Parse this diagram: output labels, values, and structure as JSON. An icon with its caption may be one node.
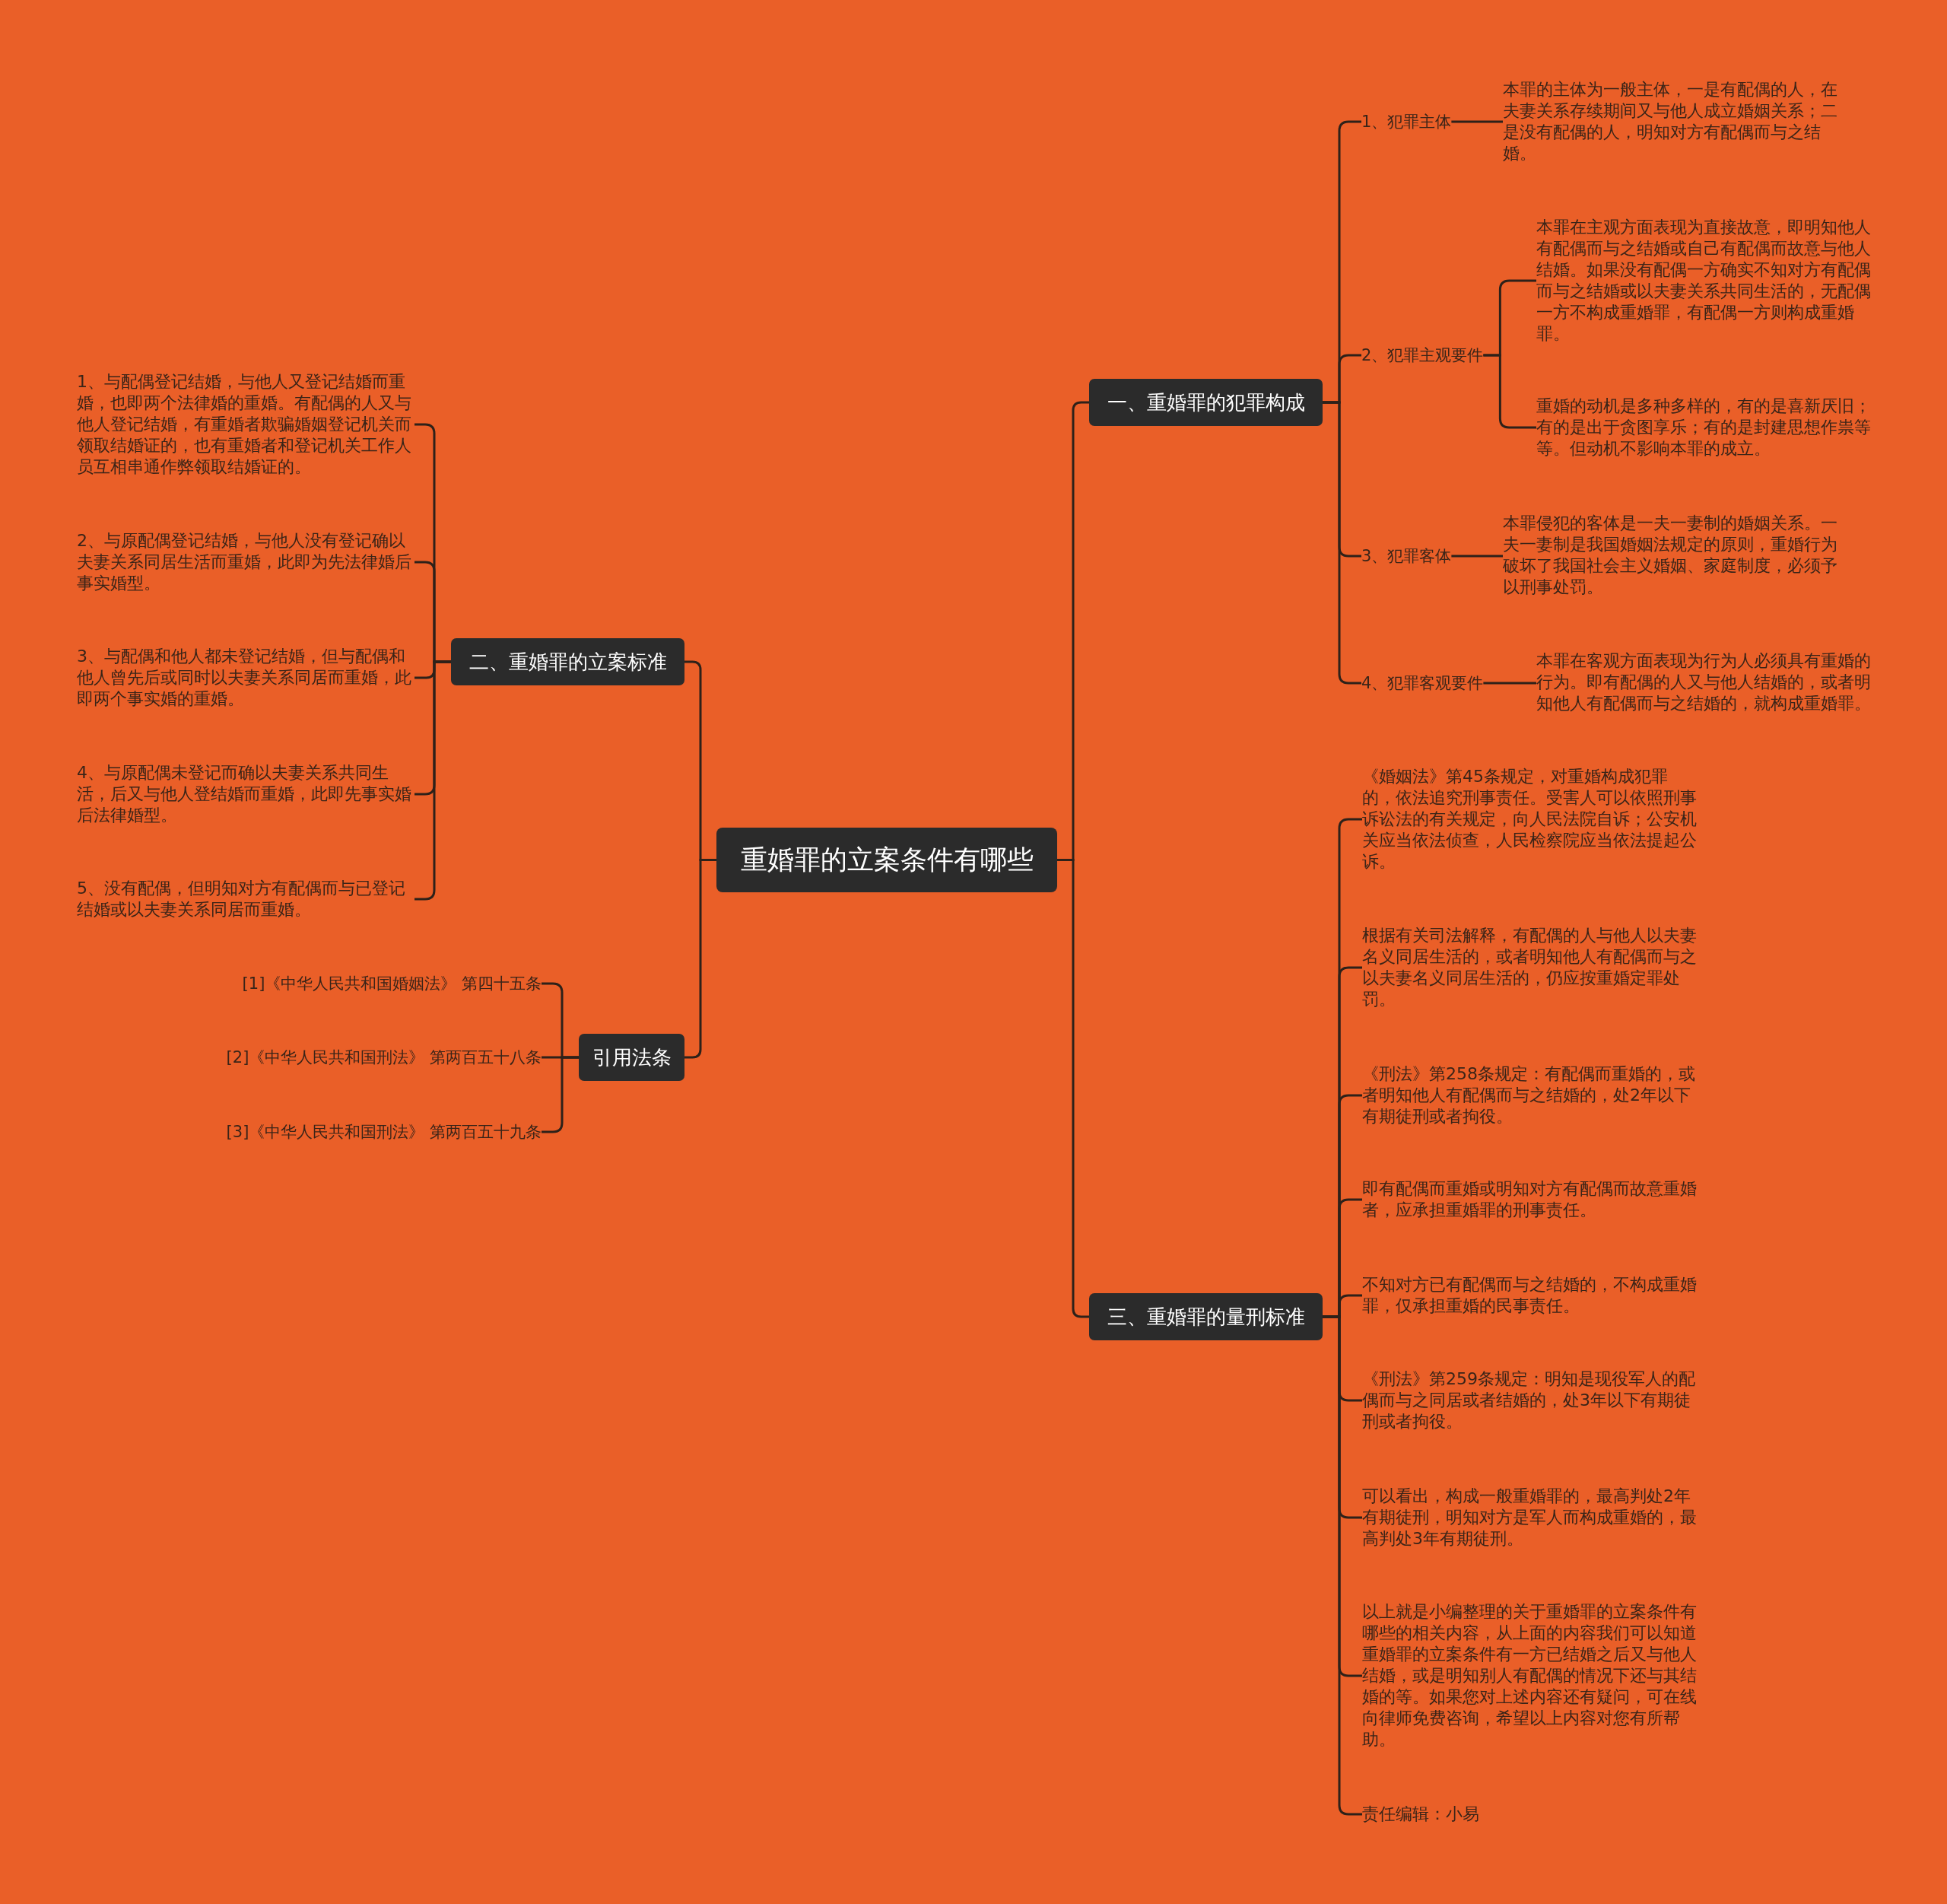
{
  "diagram": {
    "nodes": [
      {
        "text": [
          "重婚罪的立案条件有哪些"
        ]
      },
      {
        "text": [
          "一、重婚罪的犯罪构成"
        ]
      },
      {
        "text": [
          "1、犯罪主体"
        ]
      },
      {
        "text": [
          "本罪的主体为一般主体，一是有配偶的人，在夫妻关系存续期间又与他人成立婚姻关系；二是没有配偶的人，明知对方有配偶而与之结婚。"
        ]
      },
      {
        "text": [
          "2、犯罪主观要件"
        ]
      },
      {
        "text": [
          "本罪在主观方面表现为直接故意，即明知他人有配偶而与之结婚或自己有配偶而故意与他人结婚。如果没有配偶一方确实不知对方有配偶而与之结婚或以夫妻关系共同生活的，无配偶一方不构成重婚罪，有配偶一方则构成重婚罪。"
        ]
      },
      {
        "text": [
          "重婚的动机是多种多样的，有的是喜新厌旧；有的是出于贪图享乐；有的是封建思想作祟等等。但动机不影响本罪的成立。"
        ]
      },
      {
        "text": [
          "3、犯罪客体"
        ]
      },
      {
        "text": [
          "本罪侵犯的客体是一夫一妻制的婚姻关系。一夫一妻制是我国婚姻法规定的原则，重婚行为破坏了我国社会主义婚姻、家庭制度，必须予以刑事处罚。"
        ]
      },
      {
        "text": [
          "4、犯罪客观要件"
        ]
      },
      {
        "text": [
          "本罪在客观方面表现为行为人必须具有重婚的行为。即有配偶的人又与他人结婚的，或者明知他人有配偶而与之结婚的，就构成重婚罪。"
        ]
      },
      {
        "text": [
          "二、重婚罪的立案标准"
        ]
      },
      {
        "text": [
          "1、与配偶登记结婚，与他人又登记结婚而重婚，也即两个法律婚的重婚。有配偶的人又与他人登记结婚，有重婚者欺骗婚姻登记机关而领取结婚证的，也有重婚者和登记机关工作人员互相串通作弊领取结婚证的。"
        ]
      },
      {
        "text": [
          "2、与原配偶登记结婚，与他人没有登记确以夫妻关系同居生活而重婚，此即为先法律婚后事实婚型。"
        ]
      },
      {
        "text": [
          "3、与配偶和他人都未登记结婚，但与配偶和他人曾先后或同时以夫妻关系同居而重婚，此即两个事实婚的重婚。"
        ]
      },
      {
        "text": [
          "4、与原配偶未登记而确以夫妻关系共同生活，后又与他人登结婚而重婚，此即先事实婚后法律婚型。"
        ]
      },
      {
        "text": [
          "5、没有配偶，但明知对方有配偶而与已登记结婚或以夫妻关系同居而重婚。"
        ]
      },
      {
        "text": [
          "引用法条"
        ]
      },
      {
        "text": [
          "[1]《中华人民共和国婚姻法》 第四十五条"
        ]
      },
      {
        "text": [
          "[2]《中华人民共和国刑法》 第两百五十八条"
        ]
      },
      {
        "text": [
          "[3]《中华人民共和国刑法》 第两百五十九条"
        ]
      },
      {
        "text": [
          "三、重婚罪的量刑标准"
        ]
      },
      {
        "text": [
          "《婚姻法》第45条规定，对重婚构成犯罪的，依法追究刑事责任。受害人可以依照刑事诉讼法的有关规定，向人民法院自诉；公安机关应当依法侦查，人民检察院应当依法提起公诉。"
        ]
      },
      {
        "text": [
          "根据有关司法解释，有配偶的人与他人以夫妻名义同居生活的，或者明知他人有配偶而与之以夫妻名义同居生活的，仍应按重婚定罪处罚。"
        ]
      },
      {
        "text": [
          "《刑法》第258条规定：有配偶而重婚的，或者明知他人有配偶而与之结婚的，处2年以下有期徒刑或者拘役。"
        ]
      },
      {
        "text": [
          "即有配偶而重婚或明知对方有配偶而故意重婚者，应承担重婚罪的刑事责任。"
        ]
      },
      {
        "text": [
          "不知对方已有配偶而与之结婚的，不构成重婚罪，仅承担重婚的民事责任。"
        ]
      },
      {
        "text": [
          "《刑法》第259条规定：明知是现役军人的配偶而与之同居或者结婚的，处3年以下有期徒刑或者拘役。"
        ]
      },
      {
        "text": [
          "可以看出，构成一般重婚罪的，最高判处2年有期徒刑，明知对方是军人而构成重婚的，最高判处3年有期徒刑。"
        ]
      },
      {
        "text": [
          "以上就是小编整理的关于重婚罪的立案条件有哪些的相关内容，从上面的内容我们可以知道重婚罪的立案条件有一方已结婚之后又与他人结婚，或是明知别人有配偶的情况下还与其结婚的等。如果您对上述内容还有疑问，可在线向律师免费咨询，希望以上内容对您有所帮助。"
        ]
      },
      {
        "text": [
          "责任编辑：小易"
        ]
      }
    ],
    "edges": [
      {
        "from": 0,
        "to": 1,
        "arrow": "none"
      },
      {
        "from": 1,
        "to": 2,
        "arrow": "none"
      },
      {
        "from": 2,
        "to": 3,
        "arrow": "none"
      },
      {
        "from": 1,
        "to": 4,
        "arrow": "none"
      },
      {
        "from": 4,
        "to": 5,
        "arrow": "none"
      },
      {
        "from": 4,
        "to": 6,
        "arrow": "none"
      },
      {
        "from": 1,
        "to": 7,
        "arrow": "none"
      },
      {
        "from": 7,
        "to": 8,
        "arrow": "none"
      },
      {
        "from": 1,
        "to": 9,
        "arrow": "none"
      },
      {
        "from": 9,
        "to": 10,
        "arrow": "none"
      },
      {
        "from": 0,
        "to": 11,
        "arrow": "none"
      },
      {
        "from": 11,
        "to": 12,
        "arrow": "none"
      },
      {
        "from": 11,
        "to": 13,
        "arrow": "none"
      },
      {
        "from": 11,
        "to": 14,
        "arrow": "none"
      },
      {
        "from": 11,
        "to": 15,
        "arrow": "none"
      },
      {
        "from": 11,
        "to": 16,
        "arrow": "none"
      },
      {
        "from": 0,
        "to": 17,
        "arrow": "none"
      },
      {
        "from": 17,
        "to": 18,
        "arrow": "none"
      },
      {
        "from": 17,
        "to": 19,
        "arrow": "none"
      },
      {
        "from": 17,
        "to": 20,
        "arrow": "none"
      },
      {
        "from": 0,
        "to": 21,
        "arrow": "none"
      },
      {
        "from": 21,
        "to": 22,
        "arrow": "none"
      },
      {
        "from": 21,
        "to": 23,
        "arrow": "none"
      },
      {
        "from": 21,
        "to": 24,
        "arrow": "none"
      },
      {
        "from": 21,
        "to": 25,
        "arrow": "none"
      },
      {
        "from": 21,
        "to": 26,
        "arrow": "none"
      },
      {
        "from": 21,
        "to": 27,
        "arrow": "none"
      },
      {
        "from": 21,
        "to": 28,
        "arrow": "none"
      },
      {
        "from": 21,
        "to": 29,
        "arrow": "none"
      },
      {
        "from": 21,
        "to": 30,
        "arrow": "none"
      }
    ]
  }
}
